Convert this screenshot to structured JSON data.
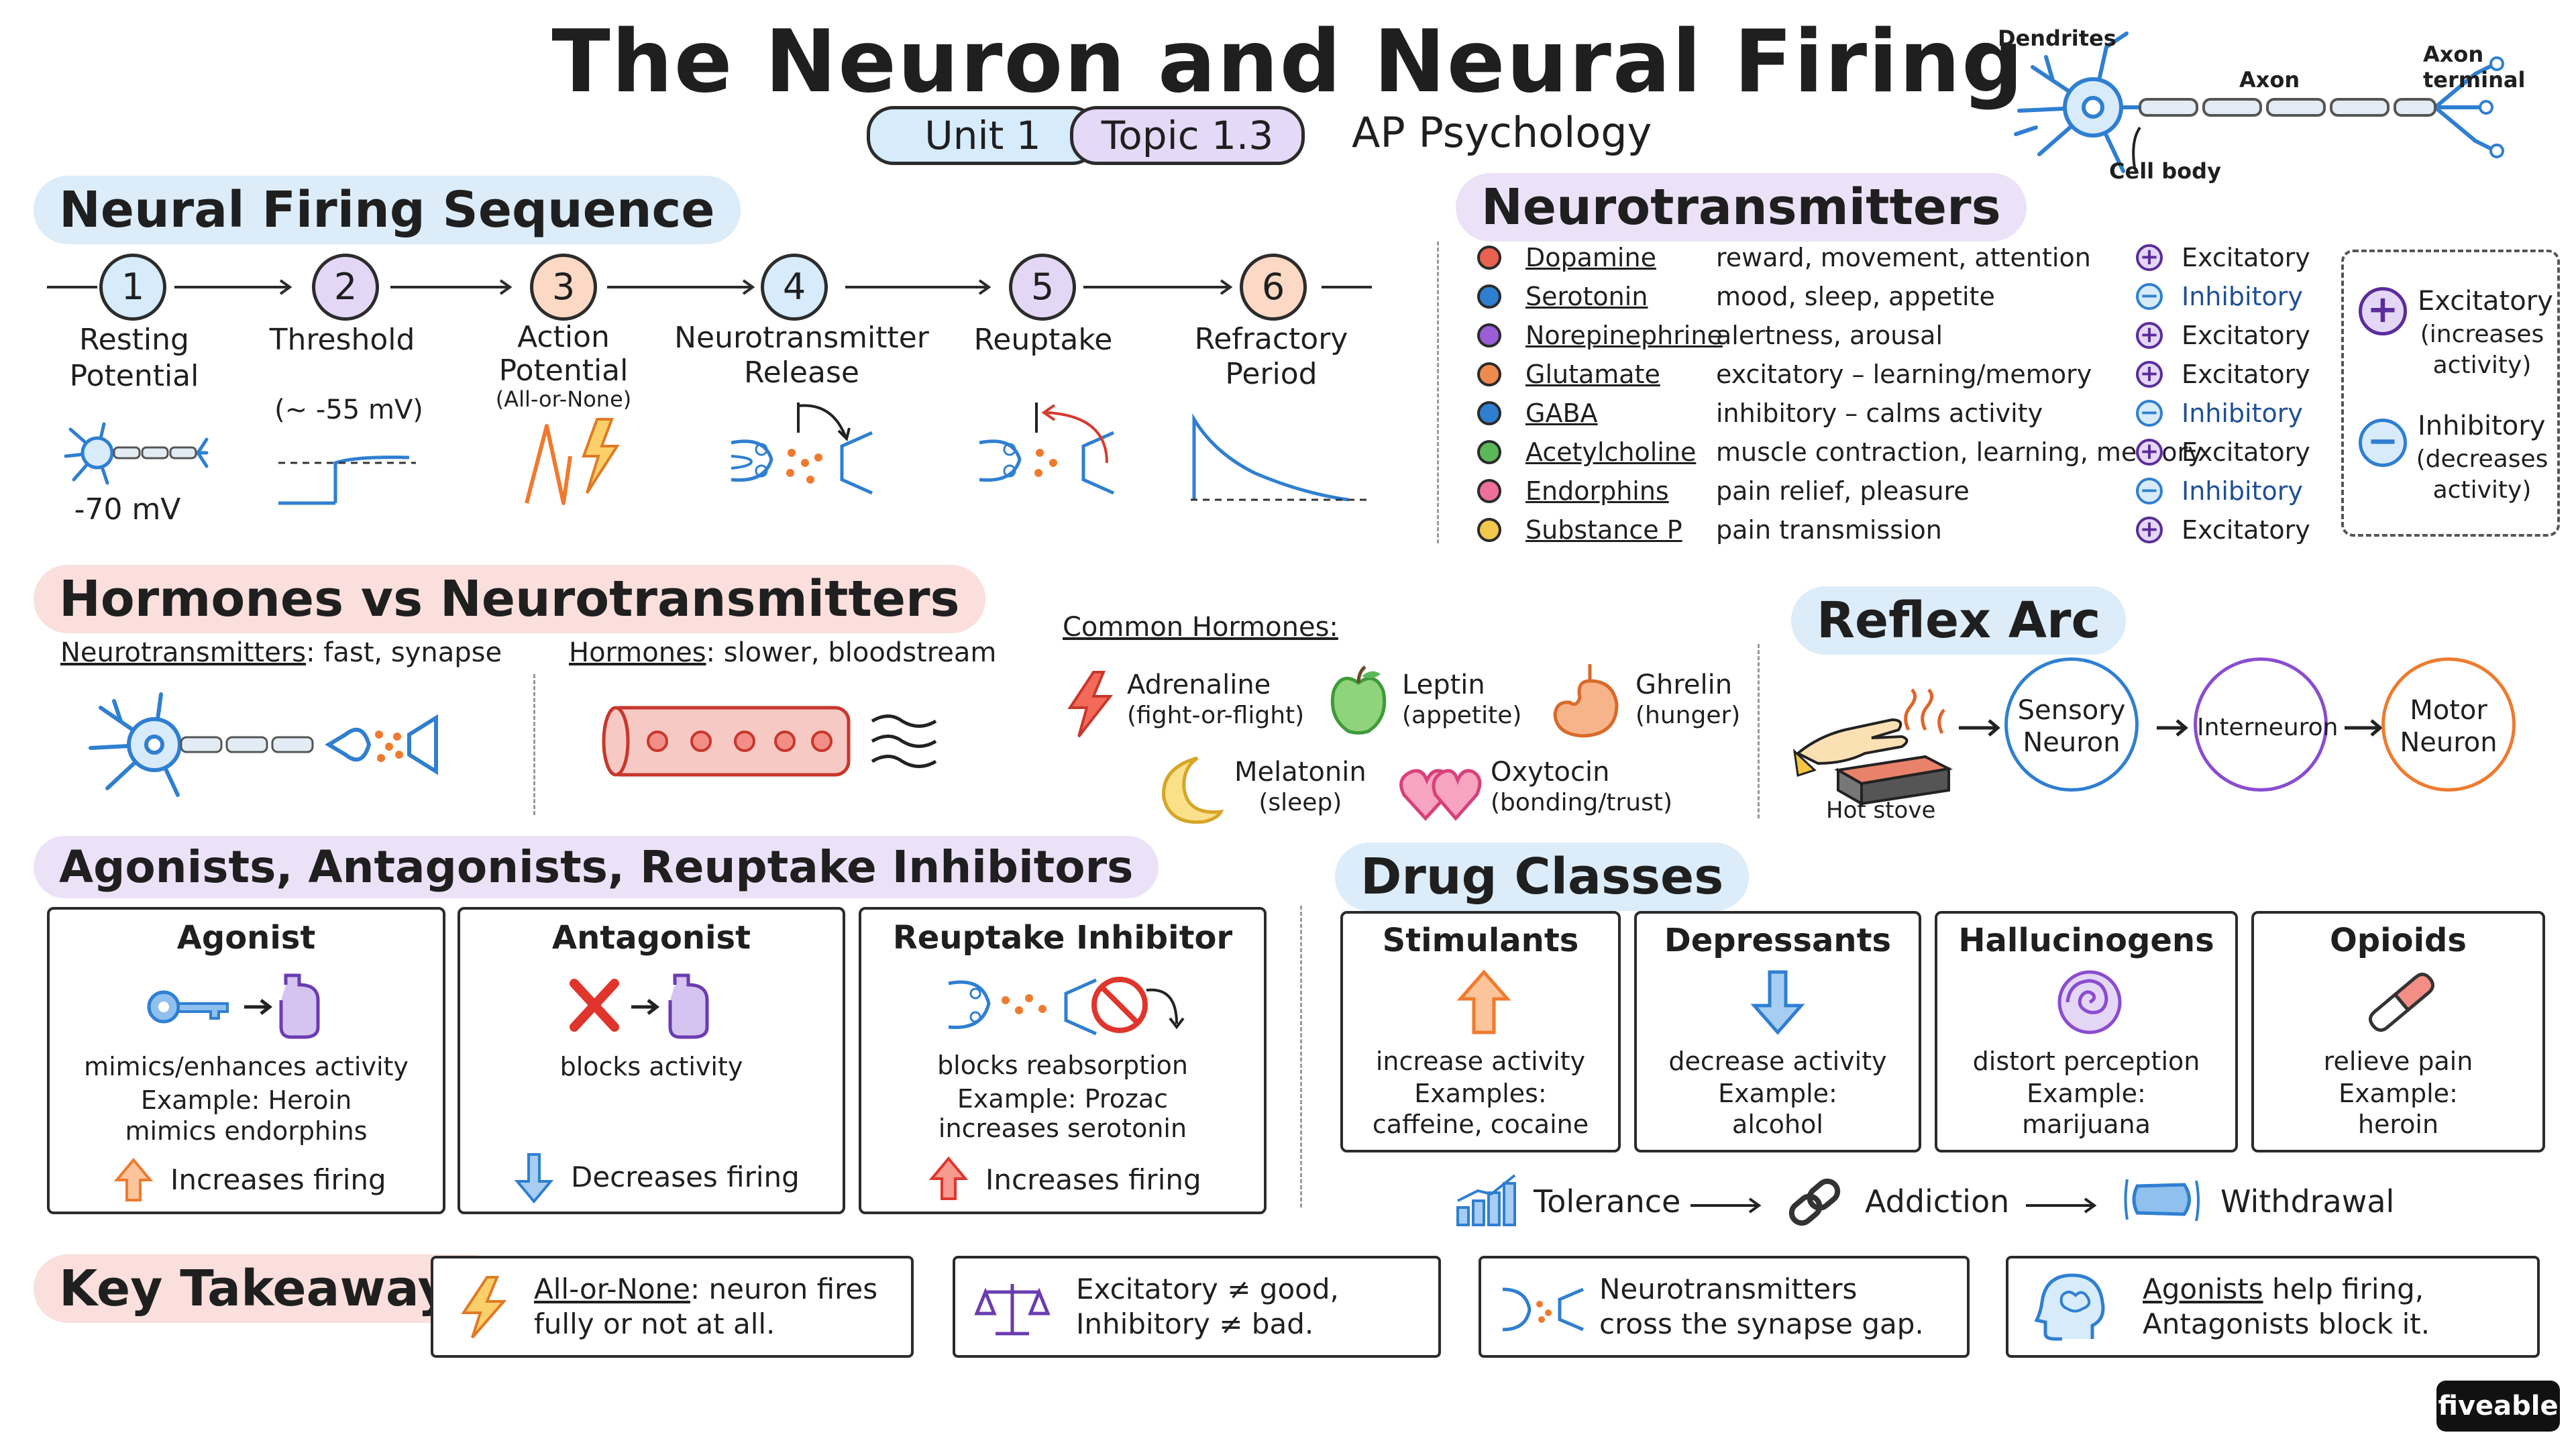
{
  "header": {
    "title": "The Neuron and Neural Firing",
    "unit": "Unit 1",
    "topic": "Topic 1.3",
    "subject": "AP Psychology",
    "neuron_labels": {
      "dendrites": "Dendrites",
      "axon": "Axon",
      "axon_terminal": "Axon terminal",
      "cell_body": "Cell body"
    }
  },
  "firing": {
    "title": "Neural Firing Sequence",
    "steps": [
      {
        "num": "1",
        "label": "Resting\nPotential",
        "value": "-70 mV",
        "color": "#d7ebfa"
      },
      {
        "num": "2",
        "label": "Threshold",
        "value": "(~ -55 mV)",
        "color": "#e4d7f6"
      },
      {
        "num": "3",
        "label": "Action\nPotential",
        "sub": "(All-or-None)",
        "color": "#fbd9c4"
      },
      {
        "num": "4",
        "label": "Neurotransmitter\nRelease",
        "color": "#d7ebfa"
      },
      {
        "num": "5",
        "label": "Reuptake",
        "color": "#e4d7f6"
      },
      {
        "num": "6",
        "label": "Refractory\nPeriod",
        "color": "#fbd9c4"
      }
    ]
  },
  "neurotransmitters": {
    "title": "Neurotransmitters",
    "rows": [
      {
        "name": "Dopamine",
        "fn": "reward, movement, attention",
        "sign": "+",
        "type": "Excitatory",
        "color": "#e8624f"
      },
      {
        "name": "Serotonin",
        "fn": "mood, sleep, appetite",
        "sign": "−",
        "type": "Inhibitory",
        "color": "#2f7fd1"
      },
      {
        "name": "Norepinephrine",
        "fn": "alertness, arousal",
        "sign": "+",
        "type": "Excitatory",
        "color": "#9a5fd6"
      },
      {
        "name": "Glutamate",
        "fn": "excitatory – learning/memory",
        "sign": "+",
        "type": "Excitatory",
        "color": "#ef8a4e"
      },
      {
        "name": "GABA",
        "fn": "inhibitory – calms activity",
        "sign": "−",
        "type": "Inhibitory",
        "color": "#2f7fd1"
      },
      {
        "name": "Acetylcholine",
        "fn": "muscle contraction, learning, memory",
        "sign": "+",
        "type": "Excitatory",
        "color": "#5bb85a"
      },
      {
        "name": "Endorphins",
        "fn": "pain relief, pleasure",
        "sign": "−",
        "type": "Inhibitory",
        "color": "#ee6f9a"
      },
      {
        "name": "Substance P",
        "fn": "pain transmission",
        "sign": "+",
        "type": "Excitatory",
        "color": "#f2c84b"
      }
    ],
    "legend": {
      "excitatory": "Excitatory",
      "excitatory_desc": "(increases\nactivity)",
      "inhibitory": "Inhibitory",
      "inhibitory_desc": "(decreases\nactivity)"
    }
  },
  "hormones": {
    "title": "Hormones vs Neurotransmitters",
    "nt_term": "Neurotransmitters",
    "nt_desc": ": fast, synapse",
    "h_term": "Hormones",
    "h_desc": ": slower, bloodstream",
    "common_title": "Common Hormones:",
    "list": [
      {
        "name": "Adrenaline",
        "desc": "(fight-or-flight)"
      },
      {
        "name": "Leptin",
        "desc": "(appetite)"
      },
      {
        "name": "Ghrelin",
        "desc": "(hunger)"
      },
      {
        "name": "Melatonin",
        "desc": "(sleep)"
      },
      {
        "name": "Oxytocin",
        "desc": "(bonding/trust)"
      }
    ]
  },
  "reflex": {
    "title": "Reflex Arc",
    "stove": "Hot stove",
    "nodes": [
      "Sensory\nNeuron",
      "Interneuron",
      "Motor\nNeuron"
    ]
  },
  "agonists": {
    "title": "Agonists, Antagonists, Reuptake Inhibitors",
    "cards": [
      {
        "title": "Agonist",
        "desc": "mimics/enhances activity",
        "example": "Example: Heroin",
        "example2": "mimics endorphins",
        "effect": "Increases firing"
      },
      {
        "title": "Antagonist",
        "desc": "blocks activity",
        "effect": "Decreases firing"
      },
      {
        "title": "Reuptake Inhibitor",
        "desc": "blocks reabsorption",
        "example": "Example: Prozac",
        "example2": "increases serotonin",
        "effect": "Increases firing"
      }
    ]
  },
  "drugs": {
    "title": "Drug Classes",
    "cards": [
      {
        "title": "Stimulants",
        "desc": "increase activity",
        "example": "Examples:",
        "example2": "caffeine, cocaine"
      },
      {
        "title": "Depressants",
        "desc": "decrease activity",
        "example": "Example:",
        "example2": "alcohol"
      },
      {
        "title": "Hallucinogens",
        "desc": "distort perception",
        "example": "Example:",
        "example2": "marijuana"
      },
      {
        "title": "Opioids",
        "desc": "relieve pain",
        "example": "Example:",
        "example2": "heroin"
      }
    ],
    "chain": [
      "Tolerance",
      "Addiction",
      "Withdrawal"
    ]
  },
  "takeaways": {
    "title": "Key Takeaways",
    "items": [
      {
        "term": "All-or-None",
        "line1": ": neuron fires",
        "line2": "fully or not at all."
      },
      {
        "line1": "Excitatory ≠ good,",
        "line2": "Inhibitory ≠ bad."
      },
      {
        "line1": "Neurotransmitters",
        "line2": "cross the synapse gap."
      },
      {
        "term": "Agonists",
        "line1": " help firing,",
        "line2": "Antagonists block it."
      }
    ]
  },
  "brand": "fiveable"
}
